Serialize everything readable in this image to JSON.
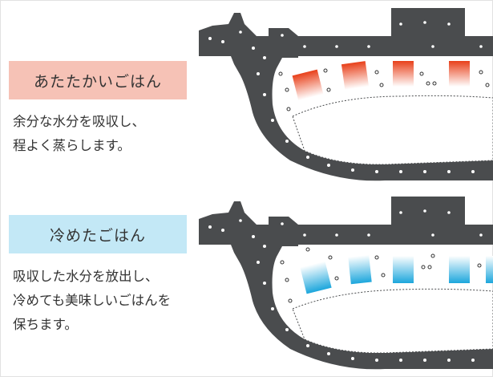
{
  "sections": {
    "warm": {
      "label": "あたたかいごはん",
      "desc_line1": "余分な水分を吸収し、",
      "desc_line2": "程よく蒸らします。",
      "accent": "#f6c2b6",
      "block_color_top": "#e8401a",
      "block_color_bottom": "#ffffff"
    },
    "cold": {
      "label": "冷めたごはん",
      "desc_line1": "吸収した水分を放出し、",
      "desc_line2": "冷めても美味しいごはんを",
      "desc_line3": "保ちます。",
      "accent": "#c3e8f6",
      "block_color_top": "#ffffff",
      "block_color_bottom": "#1ca6dc"
    },
    "wall_color": "#4a4c4e"
  }
}
